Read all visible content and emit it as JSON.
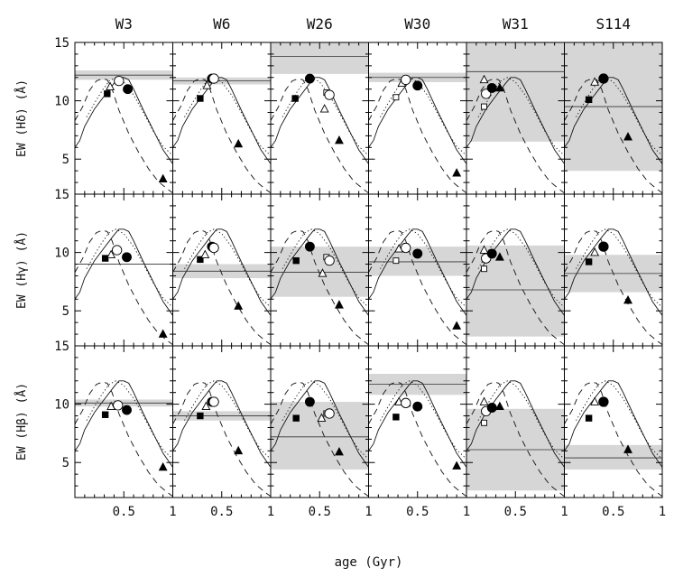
{
  "chart_data": {
    "type": "line",
    "columns": [
      "W3",
      "W6",
      "W26",
      "W30",
      "W31",
      "S114"
    ],
    "rows": [
      {
        "ylabel": "EW (Hδ) (Å)",
        "yticks": [
          "15",
          "10",
          "5"
        ]
      },
      {
        "ylabel": "EW (Hγ) (Å)",
        "yticks": [
          "15",
          "10",
          "5"
        ]
      },
      {
        "ylabel": "EW (Hβ) (Å)",
        "yticks": [
          "15",
          "10",
          "5"
        ]
      }
    ],
    "ylim": [
      2,
      15
    ],
    "xlim": [
      0,
      1
    ],
    "xticks": [
      {
        "v": 0.5,
        "t": "0.5"
      },
      {
        "v": 1,
        "t": "1"
      }
    ],
    "xlabel": "age (Gyr)",
    "band_color": "#d6d6d6",
    "model_curves": {
      "solid": [
        [
          0.0,
          6.0
        ],
        [
          0.05,
          6.6
        ],
        [
          0.1,
          7.8
        ],
        [
          0.2,
          9.3
        ],
        [
          0.3,
          10.4
        ],
        [
          0.4,
          11.5
        ],
        [
          0.45,
          12.0
        ],
        [
          0.5,
          12.0
        ],
        [
          0.55,
          11.8
        ],
        [
          0.6,
          11.0
        ],
        [
          0.7,
          9.2
        ],
        [
          0.8,
          7.5
        ],
        [
          0.9,
          5.8
        ],
        [
          1.0,
          4.6
        ]
      ],
      "dashed": [
        [
          0.0,
          8.3
        ],
        [
          0.08,
          9.5
        ],
        [
          0.15,
          10.9
        ],
        [
          0.22,
          11.7
        ],
        [
          0.28,
          11.9
        ],
        [
          0.33,
          11.8
        ],
        [
          0.38,
          11.0
        ],
        [
          0.45,
          9.2
        ],
        [
          0.55,
          7.2
        ],
        [
          0.65,
          5.6
        ],
        [
          0.75,
          4.2
        ],
        [
          0.85,
          3.1
        ],
        [
          0.95,
          2.4
        ],
        [
          1.0,
          2.1
        ]
      ],
      "dotted": [
        [
          0.12,
          8.6
        ],
        [
          0.2,
          9.8
        ],
        [
          0.28,
          10.9
        ],
        [
          0.35,
          11.7
        ],
        [
          0.42,
          12.0
        ],
        [
          0.5,
          11.6
        ],
        [
          0.6,
          10.5
        ],
        [
          0.7,
          9.0
        ],
        [
          0.8,
          7.4
        ],
        [
          0.9,
          6.1
        ],
        [
          1.0,
          5.3
        ]
      ]
    },
    "panels": [
      {
        "col": 0,
        "row": 0,
        "line": 12.2,
        "band": [
          11.8,
          12.6
        ],
        "markers": [
          {
            "s": "square_f",
            "x": 0.33,
            "y": 10.6
          },
          {
            "s": "triangle_o",
            "x": 0.36,
            "y": 11.2
          },
          {
            "s": "circle_o",
            "x": 0.45,
            "y": 11.7
          },
          {
            "s": "circle_f",
            "x": 0.54,
            "y": 11.0
          },
          {
            "s": "triangle_f",
            "x": 0.9,
            "y": 3.3
          }
        ]
      },
      {
        "col": 1,
        "row": 0,
        "line": 11.7,
        "band": [
          11.4,
          12.0
        ],
        "markers": [
          {
            "s": "square_f",
            "x": 0.28,
            "y": 10.2
          },
          {
            "s": "triangle_o",
            "x": 0.35,
            "y": 11.3
          },
          {
            "s": "circle_f",
            "x": 0.4,
            "y": 11.9
          },
          {
            "s": "circle_o",
            "x": 0.42,
            "y": 11.9
          },
          {
            "s": "triangle_f",
            "x": 0.67,
            "y": 6.3
          }
        ]
      },
      {
        "col": 2,
        "row": 0,
        "line": 13.8,
        "band": [
          12.3,
          15.0
        ],
        "markers": [
          {
            "s": "square_f",
            "x": 0.25,
            "y": 10.2
          },
          {
            "s": "circle_f",
            "x": 0.4,
            "y": 11.9
          },
          {
            "s": "triangle_o",
            "x": 0.55,
            "y": 9.3
          },
          {
            "s": "square_o",
            "x": 0.57,
            "y": 10.7
          },
          {
            "s": "circle_o",
            "x": 0.6,
            "y": 10.5
          },
          {
            "s": "triangle_f",
            "x": 0.7,
            "y": 6.6
          }
        ]
      },
      {
        "col": 3,
        "row": 0,
        "line": 12.0,
        "band": [
          11.6,
          12.4
        ],
        "markers": [
          {
            "s": "square_o",
            "x": 0.28,
            "y": 10.3
          },
          {
            "s": "triangle_o",
            "x": 0.34,
            "y": 11.5
          },
          {
            "s": "circle_o",
            "x": 0.38,
            "y": 11.8
          },
          {
            "s": "circle_f",
            "x": 0.5,
            "y": 11.3
          },
          {
            "s": "triangle_f",
            "x": 0.9,
            "y": 3.8
          }
        ]
      },
      {
        "col": 4,
        "row": 0,
        "line": 12.5,
        "band": [
          6.5,
          15.0
        ],
        "markers": [
          {
            "s": "square_o",
            "x": 0.18,
            "y": 9.5
          },
          {
            "s": "circle_o",
            "x": 0.2,
            "y": 10.6
          },
          {
            "s": "triangle_o",
            "x": 0.18,
            "y": 11.8
          },
          {
            "s": "circle_f",
            "x": 0.26,
            "y": 11.1
          },
          {
            "s": "triangle_f",
            "x": 0.34,
            "y": 11.1
          }
        ]
      },
      {
        "col": 5,
        "row": 0,
        "line": 9.5,
        "band": [
          4.0,
          15.0
        ],
        "markers": [
          {
            "s": "square_f",
            "x": 0.25,
            "y": 10.1
          },
          {
            "s": "triangle_o",
            "x": 0.31,
            "y": 11.6
          },
          {
            "s": "circle_o",
            "x": 0.4,
            "y": 11.9
          },
          {
            "s": "circle_f",
            "x": 0.4,
            "y": 11.9
          },
          {
            "s": "triangle_f",
            "x": 0.65,
            "y": 6.9
          }
        ]
      },
      {
        "col": 0,
        "row": 1,
        "line": 9.0,
        "band": null,
        "markers": [
          {
            "s": "square_f",
            "x": 0.31,
            "y": 9.5
          },
          {
            "s": "triangle_o",
            "x": 0.37,
            "y": 9.8
          },
          {
            "s": "circle_o",
            "x": 0.43,
            "y": 10.2
          },
          {
            "s": "circle_f",
            "x": 0.53,
            "y": 9.6
          },
          {
            "s": "triangle_f",
            "x": 0.9,
            "y": 3.0
          }
        ]
      },
      {
        "col": 1,
        "row": 1,
        "line": 8.4,
        "band": [
          7.8,
          9.0
        ],
        "markers": [
          {
            "s": "square_f",
            "x": 0.28,
            "y": 9.4
          },
          {
            "s": "triangle_o",
            "x": 0.33,
            "y": 9.8
          },
          {
            "s": "circle_f",
            "x": 0.4,
            "y": 10.5
          },
          {
            "s": "circle_o",
            "x": 0.42,
            "y": 10.4
          },
          {
            "s": "triangle_f",
            "x": 0.67,
            "y": 5.4
          }
        ]
      },
      {
        "col": 2,
        "row": 1,
        "line": 8.3,
        "band": [
          6.2,
          10.5
        ],
        "markers": [
          {
            "s": "square_f",
            "x": 0.26,
            "y": 9.3
          },
          {
            "s": "circle_f",
            "x": 0.4,
            "y": 10.5
          },
          {
            "s": "triangle_o",
            "x": 0.53,
            "y": 8.2
          },
          {
            "s": "square_o",
            "x": 0.57,
            "y": 9.6
          },
          {
            "s": "circle_o",
            "x": 0.6,
            "y": 9.3
          },
          {
            "s": "triangle_f",
            "x": 0.7,
            "y": 5.5
          }
        ]
      },
      {
        "col": 3,
        "row": 1,
        "line": 9.2,
        "band": [
          8.0,
          10.5
        ],
        "markers": [
          {
            "s": "square_o",
            "x": 0.28,
            "y": 9.3
          },
          {
            "s": "triangle_o",
            "x": 0.31,
            "y": 10.3
          },
          {
            "s": "circle_o",
            "x": 0.38,
            "y": 10.4
          },
          {
            "s": "circle_f",
            "x": 0.5,
            "y": 9.9
          },
          {
            "s": "triangle_f",
            "x": 0.9,
            "y": 3.7
          }
        ]
      },
      {
        "col": 4,
        "row": 1,
        "line": 6.8,
        "band": [
          2.8,
          10.6
        ],
        "markers": [
          {
            "s": "square_o",
            "x": 0.18,
            "y": 8.6
          },
          {
            "s": "circle_o",
            "x": 0.2,
            "y": 9.5
          },
          {
            "s": "triangle_o",
            "x": 0.18,
            "y": 10.2
          },
          {
            "s": "circle_f",
            "x": 0.26,
            "y": 9.9
          },
          {
            "s": "triangle_f",
            "x": 0.34,
            "y": 9.6
          }
        ]
      },
      {
        "col": 5,
        "row": 1,
        "line": 8.2,
        "band": [
          6.6,
          9.8
        ],
        "markers": [
          {
            "s": "square_f",
            "x": 0.25,
            "y": 9.2
          },
          {
            "s": "triangle_o",
            "x": 0.31,
            "y": 10.0
          },
          {
            "s": "circle_o",
            "x": 0.4,
            "y": 10.5
          },
          {
            "s": "circle_f",
            "x": 0.4,
            "y": 10.5
          },
          {
            "s": "triangle_f",
            "x": 0.65,
            "y": 5.9
          }
        ]
      },
      {
        "col": 0,
        "row": 2,
        "line": 10.1,
        "band": [
          9.8,
          10.4
        ],
        "markers": [
          {
            "s": "square_f",
            "x": 0.31,
            "y": 9.1
          },
          {
            "s": "triangle_o",
            "x": 0.37,
            "y": 9.8
          },
          {
            "s": "circle_o",
            "x": 0.44,
            "y": 9.9
          },
          {
            "s": "circle_f",
            "x": 0.53,
            "y": 9.5
          },
          {
            "s": "triangle_f",
            "x": 0.9,
            "y": 4.6
          }
        ]
      },
      {
        "col": 1,
        "row": 2,
        "line": 9.0,
        "band": [
          8.6,
          9.4
        ],
        "markers": [
          {
            "s": "square_f",
            "x": 0.28,
            "y": 9.0
          },
          {
            "s": "triangle_o",
            "x": 0.34,
            "y": 9.8
          },
          {
            "s": "circle_f",
            "x": 0.4,
            "y": 10.2
          },
          {
            "s": "circle_o",
            "x": 0.42,
            "y": 10.2
          },
          {
            "s": "triangle_f",
            "x": 0.67,
            "y": 6.0
          }
        ]
      },
      {
        "col": 2,
        "row": 2,
        "line": 7.2,
        "band": [
          4.4,
          10.2
        ],
        "markers": [
          {
            "s": "square_f",
            "x": 0.26,
            "y": 8.8
          },
          {
            "s": "circle_f",
            "x": 0.4,
            "y": 10.2
          },
          {
            "s": "triangle_o",
            "x": 0.52,
            "y": 8.8
          },
          {
            "s": "square_o",
            "x": 0.57,
            "y": 9.2
          },
          {
            "s": "circle_o",
            "x": 0.6,
            "y": 9.2
          },
          {
            "s": "triangle_f",
            "x": 0.7,
            "y": 5.9
          }
        ]
      },
      {
        "col": 3,
        "row": 2,
        "line": 11.7,
        "band": [
          10.8,
          12.6
        ],
        "markers": [
          {
            "s": "square_f",
            "x": 0.28,
            "y": 8.9
          },
          {
            "s": "triangle_o",
            "x": 0.31,
            "y": 10.2
          },
          {
            "s": "circle_o",
            "x": 0.38,
            "y": 10.1
          },
          {
            "s": "circle_f",
            "x": 0.5,
            "y": 9.8
          },
          {
            "s": "triangle_f",
            "x": 0.9,
            "y": 4.7
          }
        ]
      },
      {
        "col": 4,
        "row": 2,
        "line": 6.1,
        "band": [
          2.6,
          9.6
        ],
        "markers": [
          {
            "s": "square_o",
            "x": 0.18,
            "y": 8.4
          },
          {
            "s": "circle_o",
            "x": 0.2,
            "y": 9.4
          },
          {
            "s": "triangle_o",
            "x": 0.18,
            "y": 10.2
          },
          {
            "s": "circle_f",
            "x": 0.26,
            "y": 9.7
          },
          {
            "s": "triangle_f",
            "x": 0.34,
            "y": 9.8
          }
        ]
      },
      {
        "col": 5,
        "row": 2,
        "line": 5.4,
        "band": [
          4.4,
          6.5
        ],
        "markers": [
          {
            "s": "square_f",
            "x": 0.25,
            "y": 8.8
          },
          {
            "s": "triangle_o",
            "x": 0.31,
            "y": 10.2
          },
          {
            "s": "circle_o",
            "x": 0.4,
            "y": 10.2
          },
          {
            "s": "circle_f",
            "x": 0.4,
            "y": 10.2
          },
          {
            "s": "triangle_f",
            "x": 0.65,
            "y": 6.1
          }
        ]
      }
    ]
  }
}
